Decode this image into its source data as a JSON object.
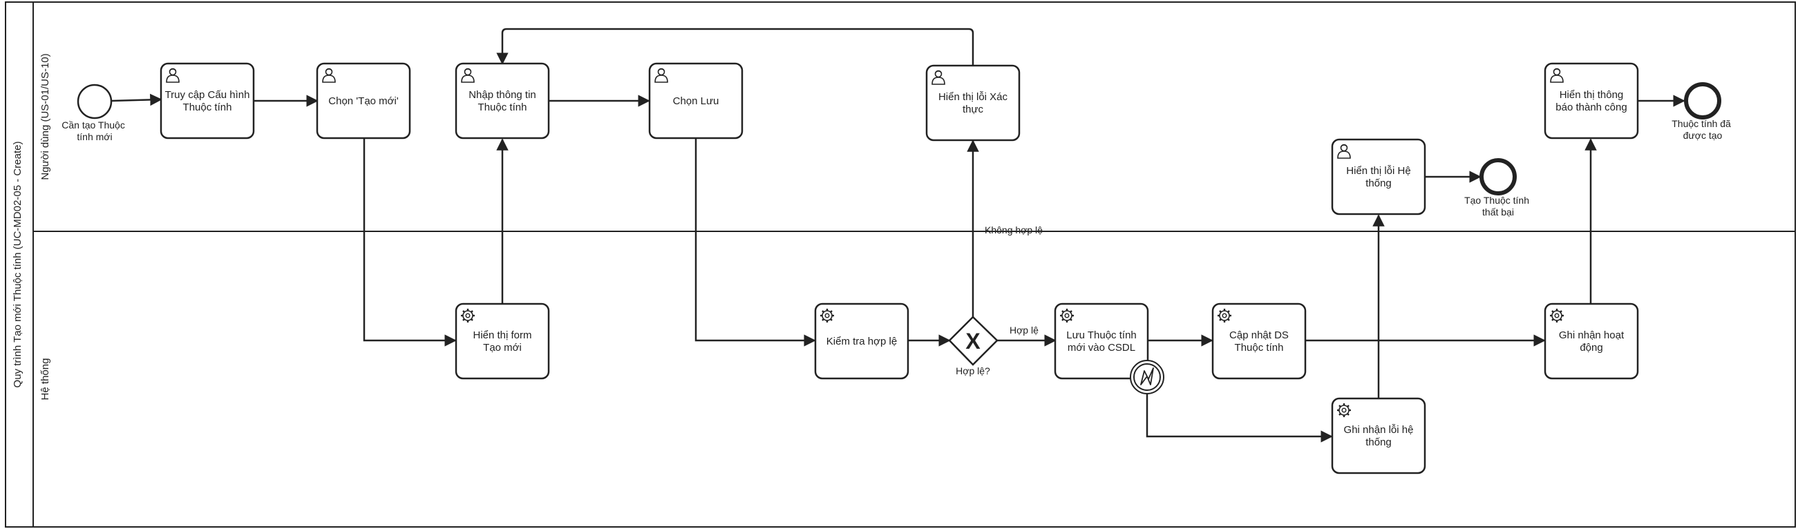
{
  "pool": {
    "label": "Quy trình Tạo mới Thuộc tính (UC-MD02-05 - Create)"
  },
  "lanes": {
    "user": "Người dùng (US-01/US-10)",
    "system": "Hệ thống"
  },
  "events": {
    "start": [
      "Cần tạo Thuộc",
      "tính mới"
    ],
    "end_fail": [
      "Tạo Thuộc tính",
      "thất bại"
    ],
    "end_success": [
      "Thuộc tính đã",
      "được tạo"
    ]
  },
  "tasks": {
    "access_config": [
      "Truy cập Cấu hình",
      "Thuộc tính"
    ],
    "choose_new": [
      "Chọn 'Tạo mới'"
    ],
    "enter_info": [
      "Nhập thông tin",
      "Thuộc tính"
    ],
    "choose_save": [
      "Chọn Lưu"
    ],
    "show_validation_error": [
      "Hiển thị lỗi Xác",
      "thực"
    ],
    "show_system_error": [
      "Hiển thị lỗi Hệ",
      "thống"
    ],
    "show_success": [
      "Hiển thị thông",
      "báo thành công"
    ],
    "show_form": [
      "Hiển thị form",
      "Tạo mới"
    ],
    "validate": [
      "Kiểm tra hợp lệ"
    ],
    "save_db": [
      "Lưu Thuộc tính",
      "mới vào CSDL"
    ],
    "update_list": [
      "Cập nhật DS",
      "Thuộc tính"
    ],
    "log_activity": [
      "Ghi nhận hoạt",
      "động"
    ],
    "log_error": [
      "Ghi nhận lỗi hệ",
      "thống"
    ]
  },
  "gateway": {
    "label": "Hợp lệ?",
    "symbol": "X"
  },
  "flows": {
    "valid": "Hợp lệ",
    "invalid": "Không hợp lệ"
  },
  "icons": {
    "user_task": "user-icon",
    "service_task": "gear-icon",
    "error_boundary": "lightning-icon"
  }
}
